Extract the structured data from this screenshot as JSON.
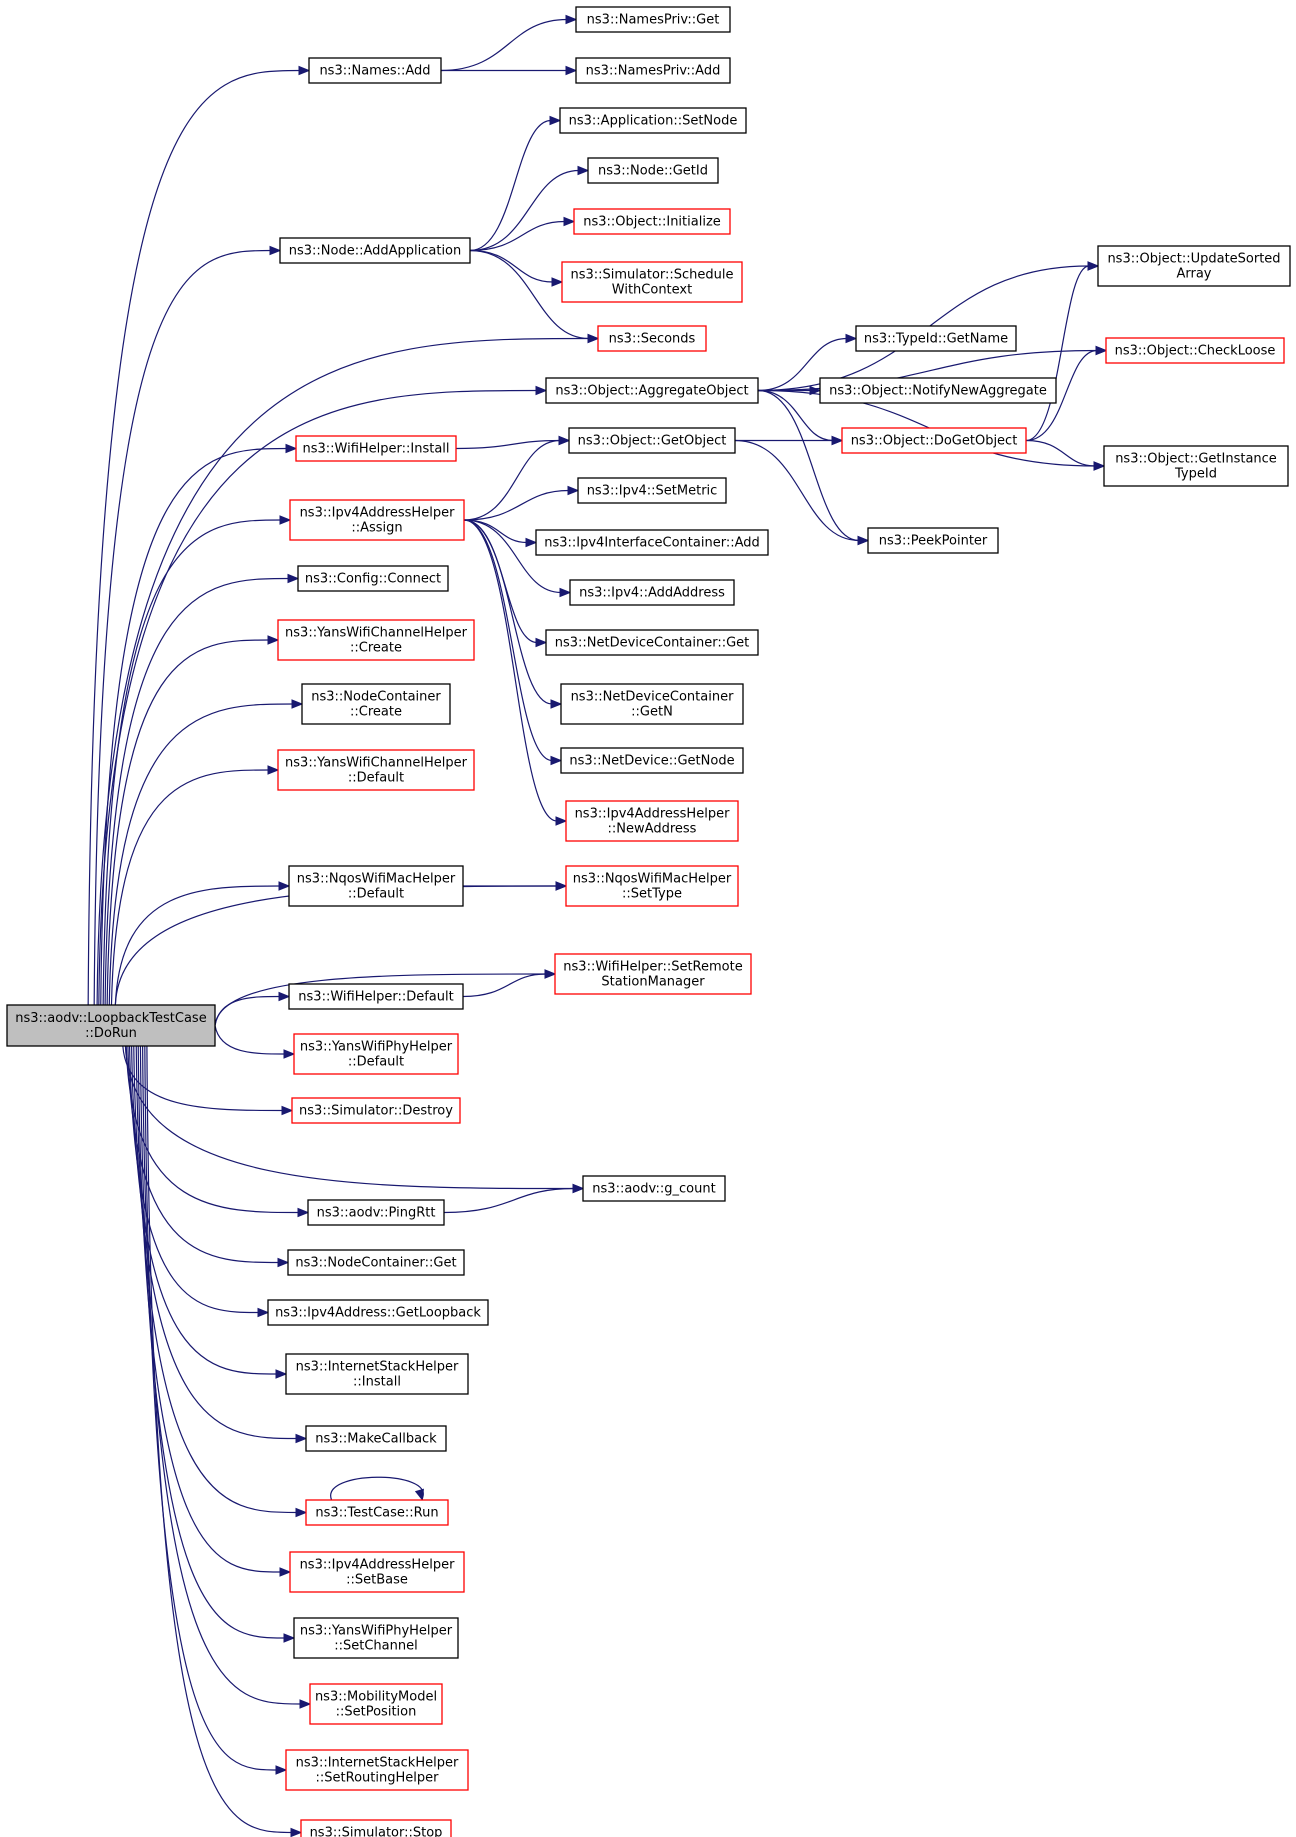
{
  "colors": {
    "edge": "#191970",
    "normal_border": "#000000",
    "truncated_border": "#ff0000",
    "focus_fill": "#bfbfbf",
    "node_fill": "#ffffff"
  },
  "nodes": [
    {
      "id": "dorun",
      "lines": [
        "ns3::aodv::LoopbackTestCase",
        "::DoRun"
      ],
      "style": "focus"
    },
    {
      "id": "names_add",
      "lines": [
        "ns3::Names::Add"
      ],
      "style": "normal"
    },
    {
      "id": "namespriv_get",
      "lines": [
        "ns3::NamesPriv::Get"
      ],
      "style": "normal"
    },
    {
      "id": "namespriv_add",
      "lines": [
        "ns3::NamesPriv::Add"
      ],
      "style": "normal"
    },
    {
      "id": "app_setnode",
      "lines": [
        "ns3::Application::SetNode"
      ],
      "style": "normal"
    },
    {
      "id": "node_getid",
      "lines": [
        "ns3::Node::GetId"
      ],
      "style": "normal"
    },
    {
      "id": "node_addapp",
      "lines": [
        "ns3::Node::AddApplication"
      ],
      "style": "normal"
    },
    {
      "id": "obj_initialize",
      "lines": [
        "ns3::Object::Initialize"
      ],
      "style": "truncated"
    },
    {
      "id": "sim_schedule",
      "lines": [
        "ns3::Simulator::Schedule",
        "WithContext"
      ],
      "style": "truncated"
    },
    {
      "id": "seconds",
      "lines": [
        "ns3::Seconds"
      ],
      "style": "truncated"
    },
    {
      "id": "obj_updatesorted",
      "lines": [
        "ns3::Object::UpdateSorted",
        "Array"
      ],
      "style": "normal"
    },
    {
      "id": "typeid_getname",
      "lines": [
        "ns3::TypeId::GetName"
      ],
      "style": "normal"
    },
    {
      "id": "obj_checkloose",
      "lines": [
        "ns3::Object::CheckLoose"
      ],
      "style": "truncated"
    },
    {
      "id": "obj_aggregate",
      "lines": [
        "ns3::Object::AggregateObject"
      ],
      "style": "normal"
    },
    {
      "id": "obj_notify",
      "lines": [
        "ns3::Object::NotifyNewAggregate"
      ],
      "style": "normal"
    },
    {
      "id": "wifi_install",
      "lines": [
        "ns3::WifiHelper::Install"
      ],
      "style": "truncated"
    },
    {
      "id": "obj_getobject",
      "lines": [
        "ns3::Object::GetObject"
      ],
      "style": "normal"
    },
    {
      "id": "obj_dogetobject",
      "lines": [
        "ns3::Object::DoGetObject"
      ],
      "style": "truncated"
    },
    {
      "id": "obj_getinstance",
      "lines": [
        "ns3::Object::GetInstance",
        "TypeId"
      ],
      "style": "normal"
    },
    {
      "id": "ipv4addr_assign",
      "lines": [
        "ns3::Ipv4AddressHelper",
        "::Assign"
      ],
      "style": "truncated"
    },
    {
      "id": "ipv4_setmetric",
      "lines": [
        "ns3::Ipv4::SetMetric"
      ],
      "style": "normal"
    },
    {
      "id": "ipv4ic_add",
      "lines": [
        "ns3::Ipv4InterfaceContainer::Add"
      ],
      "style": "normal"
    },
    {
      "id": "peekpointer",
      "lines": [
        "ns3::PeekPointer"
      ],
      "style": "normal"
    },
    {
      "id": "ipv4_addaddress",
      "lines": [
        "ns3::Ipv4::AddAddress"
      ],
      "style": "normal"
    },
    {
      "id": "config_connect",
      "lines": [
        "ns3::Config::Connect"
      ],
      "style": "normal"
    },
    {
      "id": "ndc_get",
      "lines": [
        "ns3::NetDeviceContainer::Get"
      ],
      "style": "normal"
    },
    {
      "id": "yanschan_create",
      "lines": [
        "ns3::YansWifiChannelHelper",
        "::Create"
      ],
      "style": "truncated"
    },
    {
      "id": "ndc_getn",
      "lines": [
        "ns3::NetDeviceContainer",
        "::GetN"
      ],
      "style": "normal"
    },
    {
      "id": "nodecont_create",
      "lines": [
        "ns3::NodeContainer",
        "::Create"
      ],
      "style": "normal"
    },
    {
      "id": "netdev_getnode",
      "lines": [
        "ns3::NetDevice::GetNode"
      ],
      "style": "normal"
    },
    {
      "id": "yanschan_default",
      "lines": [
        "ns3::YansWifiChannelHelper",
        "::Default"
      ],
      "style": "truncated"
    },
    {
      "id": "ipv4addr_newaddr",
      "lines": [
        "ns3::Ipv4AddressHelper",
        "::NewAddress"
      ],
      "style": "truncated"
    },
    {
      "id": "nqos_default",
      "lines": [
        "ns3::NqosWifiMacHelper",
        "::Default"
      ],
      "style": "normal"
    },
    {
      "id": "nqos_settype",
      "lines": [
        "ns3::NqosWifiMacHelper",
        "::SetType"
      ],
      "style": "truncated"
    },
    {
      "id": "wifi_setremote",
      "lines": [
        "ns3::WifiHelper::SetRemote",
        "StationManager"
      ],
      "style": "truncated"
    },
    {
      "id": "wifi_default",
      "lines": [
        "ns3::WifiHelper::Default"
      ],
      "style": "normal"
    },
    {
      "id": "yansphy_default",
      "lines": [
        "ns3::YansWifiPhyHelper",
        "::Default"
      ],
      "style": "truncated"
    },
    {
      "id": "sim_destroy",
      "lines": [
        "ns3::Simulator::Destroy"
      ],
      "style": "truncated"
    },
    {
      "id": "aodv_gcount",
      "lines": [
        "ns3::aodv::g_count"
      ],
      "style": "normal"
    },
    {
      "id": "aodv_pingrtt",
      "lines": [
        "ns3::aodv::PingRtt"
      ],
      "style": "normal"
    },
    {
      "id": "nodecont_get",
      "lines": [
        "ns3::NodeContainer::Get"
      ],
      "style": "normal"
    },
    {
      "id": "ipv4address_getloop",
      "lines": [
        "ns3::Ipv4Address::GetLoopback"
      ],
      "style": "normal"
    },
    {
      "id": "ish_install",
      "lines": [
        "ns3::InternetStackHelper",
        "::Install"
      ],
      "style": "normal"
    },
    {
      "id": "makecallback",
      "lines": [
        "ns3::MakeCallback"
      ],
      "style": "normal"
    },
    {
      "id": "testcase_run",
      "lines": [
        "ns3::TestCase::Run"
      ],
      "style": "truncated"
    },
    {
      "id": "ipv4addr_setbase",
      "lines": [
        "ns3::Ipv4AddressHelper",
        "::SetBase"
      ],
      "style": "truncated"
    },
    {
      "id": "yansphy_setchannel",
      "lines": [
        "ns3::YansWifiPhyHelper",
        "::SetChannel"
      ],
      "style": "normal"
    },
    {
      "id": "mobility_setpos",
      "lines": [
        "ns3::MobilityModel",
        "::SetPosition"
      ],
      "style": "truncated"
    },
    {
      "id": "ish_setrouting",
      "lines": [
        "ns3::InternetStackHelper",
        "::SetRoutingHelper"
      ],
      "style": "truncated"
    },
    {
      "id": "sim_stop",
      "lines": [
        "ns3::Simulator::Stop"
      ],
      "style": "truncated"
    }
  ],
  "edges": [
    [
      "dorun",
      "names_add"
    ],
    [
      "dorun",
      "node_addapp"
    ],
    [
      "dorun",
      "seconds"
    ],
    [
      "dorun",
      "obj_aggregate"
    ],
    [
      "dorun",
      "wifi_install"
    ],
    [
      "dorun",
      "ipv4addr_assign"
    ],
    [
      "dorun",
      "config_connect"
    ],
    [
      "dorun",
      "yanschan_create"
    ],
    [
      "dorun",
      "nodecont_create"
    ],
    [
      "dorun",
      "yanschan_default"
    ],
    [
      "dorun",
      "nqos_default"
    ],
    [
      "dorun",
      "nqos_settype"
    ],
    [
      "dorun",
      "wifi_setremote"
    ],
    [
      "dorun",
      "wifi_default"
    ],
    [
      "dorun",
      "yansphy_default"
    ],
    [
      "dorun",
      "sim_destroy"
    ],
    [
      "dorun",
      "aodv_gcount"
    ],
    [
      "dorun",
      "aodv_pingrtt"
    ],
    [
      "dorun",
      "nodecont_get"
    ],
    [
      "dorun",
      "ipv4address_getloop"
    ],
    [
      "dorun",
      "ish_install"
    ],
    [
      "dorun",
      "makecallback"
    ],
    [
      "dorun",
      "testcase_run"
    ],
    [
      "dorun",
      "ipv4addr_setbase"
    ],
    [
      "dorun",
      "yansphy_setchannel"
    ],
    [
      "dorun",
      "mobility_setpos"
    ],
    [
      "dorun",
      "ish_setrouting"
    ],
    [
      "dorun",
      "sim_stop"
    ],
    [
      "names_add",
      "namespriv_get"
    ],
    [
      "names_add",
      "namespriv_add"
    ],
    [
      "node_addapp",
      "app_setnode"
    ],
    [
      "node_addapp",
      "node_getid"
    ],
    [
      "node_addapp",
      "obj_initialize"
    ],
    [
      "node_addapp",
      "sim_schedule"
    ],
    [
      "node_addapp",
      "seconds"
    ],
    [
      "obj_aggregate",
      "obj_updatesorted"
    ],
    [
      "obj_aggregate",
      "obj_checkloose"
    ],
    [
      "obj_aggregate",
      "typeid_getname"
    ],
    [
      "obj_aggregate",
      "obj_notify"
    ],
    [
      "obj_aggregate",
      "obj_dogetobject"
    ],
    [
      "obj_aggregate",
      "obj_getinstance"
    ],
    [
      "obj_aggregate",
      "peekpointer"
    ],
    [
      "wifi_install",
      "obj_getobject"
    ],
    [
      "obj_getobject",
      "obj_dogetobject"
    ],
    [
      "obj_getobject",
      "peekpointer"
    ],
    [
      "obj_dogetobject",
      "obj_updatesorted"
    ],
    [
      "obj_dogetobject",
      "obj_checkloose"
    ],
    [
      "obj_dogetobject",
      "obj_getinstance"
    ],
    [
      "ipv4addr_assign",
      "obj_getobject"
    ],
    [
      "ipv4addr_assign",
      "ipv4_setmetric"
    ],
    [
      "ipv4addr_assign",
      "ipv4ic_add"
    ],
    [
      "ipv4addr_assign",
      "ipv4_addaddress"
    ],
    [
      "ipv4addr_assign",
      "ndc_get"
    ],
    [
      "ipv4addr_assign",
      "ndc_getn"
    ],
    [
      "ipv4addr_assign",
      "netdev_getnode"
    ],
    [
      "ipv4addr_assign",
      "ipv4addr_newaddr"
    ],
    [
      "nqos_default",
      "nqos_settype"
    ],
    [
      "wifi_default",
      "wifi_setremote"
    ],
    [
      "aodv_pingrtt",
      "aodv_gcount"
    ],
    [
      "testcase_run",
      "testcase_run"
    ]
  ]
}
